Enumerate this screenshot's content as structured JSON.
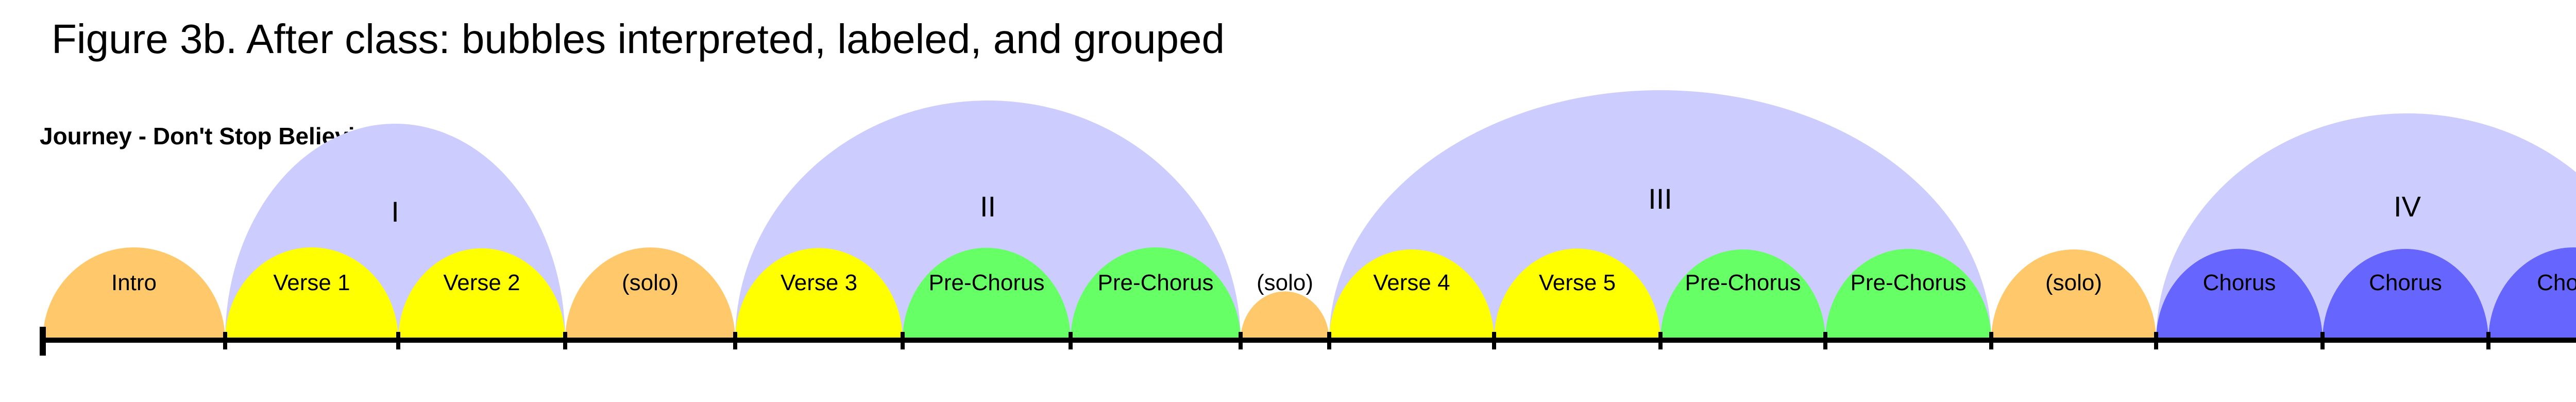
{
  "caption": "Figure 3b. After class: bubbles interpreted, labeled, and grouped",
  "song_title": "Journey - Don't Stop Believin'",
  "colors": {
    "intro": "#FFC86A",
    "solo": "#FFC86A",
    "verse": "#FFFF00",
    "pre_chorus": "#66FF66",
    "chorus": "#6666FF",
    "group": "#CCCCFF",
    "axis": "#000000"
  },
  "sections": [
    {
      "label": "Intro",
      "kind": "intro"
    },
    {
      "label": "Verse 1",
      "kind": "verse"
    },
    {
      "label": "Verse 2",
      "kind": "verse"
    },
    {
      "label": "(solo)",
      "kind": "solo"
    },
    {
      "label": "Verse 3",
      "kind": "verse"
    },
    {
      "label": "Pre-Chorus",
      "kind": "pre_chorus"
    },
    {
      "label": "Pre-Chorus",
      "kind": "pre_chorus"
    },
    {
      "label": "(solo)",
      "kind": "solo"
    },
    {
      "label": "Verse 4",
      "kind": "verse"
    },
    {
      "label": "Verse 5",
      "kind": "verse"
    },
    {
      "label": "Pre-Chorus",
      "kind": "pre_chorus"
    },
    {
      "label": "Pre-Chorus",
      "kind": "pre_chorus"
    },
    {
      "label": "(solo)",
      "kind": "solo"
    },
    {
      "label": "Chorus",
      "kind": "chorus"
    },
    {
      "label": "Chorus",
      "kind": "chorus"
    },
    {
      "label": "Chorus",
      "kind": "chorus"
    }
  ],
  "groups": [
    {
      "label": "I",
      "sections": [
        1,
        2
      ]
    },
    {
      "label": "II",
      "sections": [
        4,
        6
      ]
    },
    {
      "label": "III",
      "sections": [
        8,
        11
      ]
    },
    {
      "label": "IV",
      "sections": [
        13,
        15
      ]
    }
  ]
}
